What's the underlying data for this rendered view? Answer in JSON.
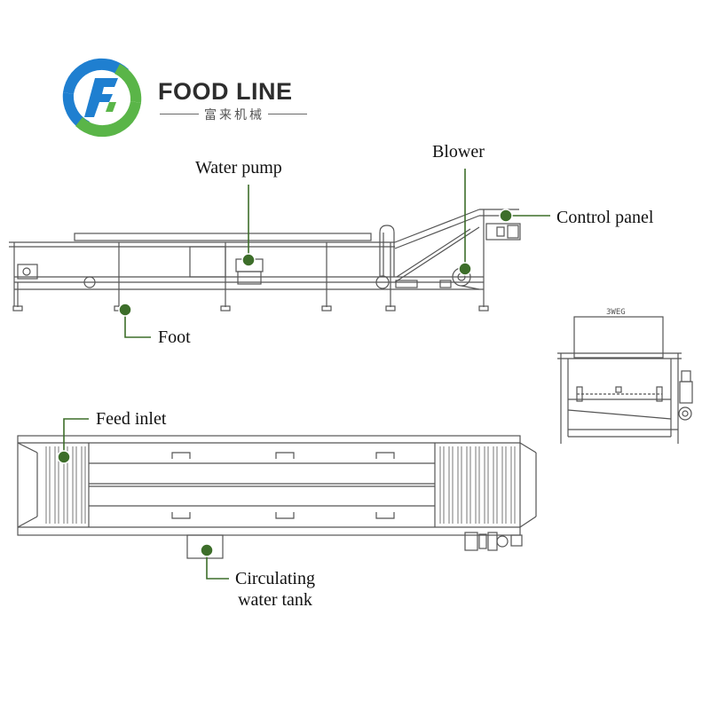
{
  "brand": {
    "name": "FOOD LINE",
    "subtitle": "富来机械",
    "colors": {
      "blue": "#1f7fd0",
      "green": "#5ab548",
      "text": "#2d2d2d"
    }
  },
  "callouts": {
    "water_pump": "Water pump",
    "blower": "Blower",
    "control_panel": "Control panel",
    "foot": "Foot",
    "feed_inlet": "Feed inlet",
    "circulating_water_tank_line1": "Circulating",
    "circulating_water_tank_line2": "water tank"
  },
  "drawing": {
    "line_color": "#555555",
    "marker_color": "#3d6e2a"
  }
}
